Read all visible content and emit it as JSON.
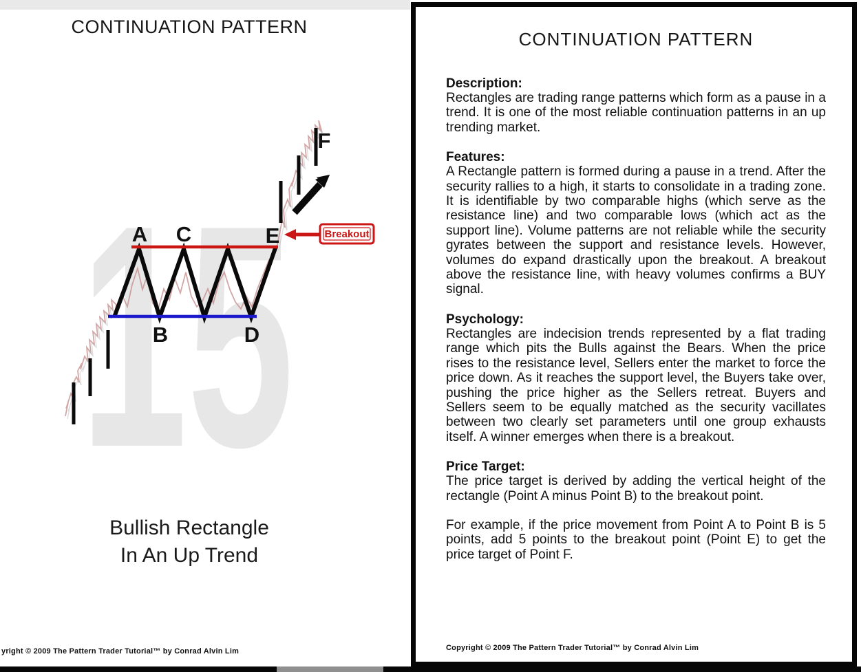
{
  "page": {
    "left": {
      "title": "CONTINUATION PATTERN",
      "caption_line1": "Bullish Rectangle",
      "caption_line2": "In An Up Trend",
      "copyright": "yright © 2009 The Pattern Trader Tutorial™ by Conrad Alvin Lim",
      "chart": {
        "watermark": "15",
        "point_labels": {
          "a": "A",
          "b": "B",
          "c": "C",
          "d": "D",
          "e": "E",
          "f": "F"
        },
        "breakout_label": "Breakout",
        "colors": {
          "resistance_line": "#cc1616",
          "support_line": "#1a1acc",
          "breakout_red": "#cc1616",
          "price_bars": "#0a0a0a",
          "watermark_gray": "#e7e7e7",
          "faint_trace": "#c89090"
        }
      }
    },
    "right": {
      "title": "CONTINUATION PATTERN",
      "sections": [
        {
          "heading": "Description:",
          "paragraphs": [
            "Rectangles are trading range patterns which form as a pause in a trend. It is one of the most reliable continuation patterns in an up trending market."
          ]
        },
        {
          "heading": "Features:",
          "paragraphs": [
            "A Rectangle pattern is formed during a pause in a trend. After the security rallies to a high, it starts to consolidate in a trading zone. It is identifiable by two comparable highs (which serve as the resistance line) and two comparable lows (which act as the support line). Volume patterns are not reliable while the security gyrates between the support and resistance levels. However, volumes do expand drastically upon the breakout. A breakout above the resistance line, with heavy volumes confirms a BUY signal."
          ]
        },
        {
          "heading": "Psychology:",
          "paragraphs": [
            "Rectangles are indecision trends represented by a flat trading range which pits the Bulls against the Bears. When the price rises to the resistance level, Sellers enter the market to force the price down. As it reaches the support level, the Buyers take over, pushing the price higher as the Sellers retreat. Buyers and Sellers seem to be equally matched as the security vacillates between two clearly set parameters until one group exhausts itself. A winner emerges when there is a breakout."
          ]
        },
        {
          "heading": "Price Target:",
          "paragraphs": [
            "The price target is derived by adding the vertical height of the rectangle (Point A minus Point B) to the breakout point.",
            "For example, if the price movement from Point A to Point B is 5 points, add 5 points to the breakout point (Point E) to get the price target of Point F."
          ]
        }
      ],
      "copyright": "Copyright © 2009 The Pattern Trader Tutorial™ by Conrad Alvin Lim"
    }
  }
}
